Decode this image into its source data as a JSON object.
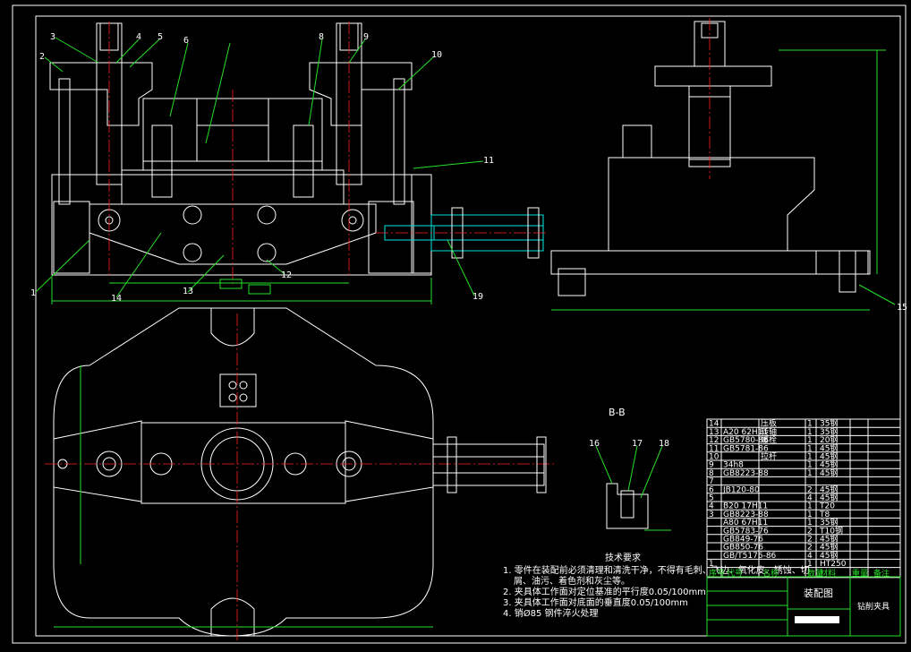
{
  "drawing": {
    "title": "装配图",
    "title_block_name": "钻削夹具",
    "section_label": "B-B",
    "colors": {
      "background": "#000000",
      "outline": "#ffffff",
      "dimension": "#27e027",
      "centerline": "#ff2020",
      "hydraulic": "#00e5e5"
    }
  },
  "balloons": {
    "b1": "1",
    "b2": "2",
    "b3": "3",
    "b4": "4",
    "b5": "5",
    "b6": "6",
    "b8": "8",
    "b9": "9",
    "b10": "10",
    "b11": "11",
    "b12": "12",
    "b13": "13",
    "b14": "14",
    "b15": "15",
    "b16": "16",
    "b17": "17",
    "b18": "18",
    "b19": "19"
  },
  "notes": {
    "heading": "技术要求",
    "line1": "1. 零件在装配前必须清理和清洗干净，不得有毛刺、飞边、氧化皮、锈蚀、切",
    "line1b": "屑、油污、着色剂和灰尘等。",
    "line2": "2. 夹具体工作面对定位基准的平行度0.05/100mm",
    "line3": "3. 夹具体工作面对底面的垂直度0.05/100mm",
    "line4": "4. 销Ø85 钢件淬火处理"
  },
  "bom": {
    "rows": [
      {
        "no": "14",
        "code": "",
        "name": "压板",
        "qty": "1",
        "material": "35钢"
      },
      {
        "no": "13",
        "code": "A20 62H11",
        "name": "转轴",
        "qty": "1",
        "material": "35钢"
      },
      {
        "no": "12",
        "code": "GB5780-86",
        "name": "螺栓",
        "qty": "1",
        "material": "20钢"
      },
      {
        "no": "11",
        "code": "GB5781-86",
        "name": "",
        "qty": "1",
        "material": "45钢"
      },
      {
        "no": "10",
        "code": "",
        "name": "拉杆",
        "qty": "1",
        "material": "45钢"
      },
      {
        "no": "9",
        "code": "34h8",
        "name": "",
        "qty": "1",
        "material": "45钢"
      },
      {
        "no": "8",
        "code": "GB8223-88",
        "name": "",
        "qty": "1",
        "material": "45钢"
      },
      {
        "no": "7",
        "code": "",
        "name": "",
        "qty": "",
        "material": ""
      },
      {
        "no": "6",
        "code": "JB120-80",
        "name": "",
        "qty": "2",
        "material": "45钢"
      },
      {
        "no": "5",
        "code": "",
        "name": "",
        "qty": "4",
        "material": "45钢"
      },
      {
        "no": "4",
        "code": "B20 17H11",
        "name": "",
        "qty": "1",
        "material": "T20"
      },
      {
        "no": "3",
        "code": "GB8223-88",
        "name": "",
        "qty": "1",
        "material": "T8"
      },
      {
        "no": "",
        "code": "A80 67H11",
        "name": "",
        "qty": "1",
        "material": "35钢"
      },
      {
        "no": "",
        "code": "GB5783-76",
        "name": "",
        "qty": "2",
        "material": "T10钢"
      },
      {
        "no": "",
        "code": "GB849-76",
        "name": "",
        "qty": "2",
        "material": "45钢"
      },
      {
        "no": "",
        "code": "GB850-76",
        "name": "",
        "qty": "2",
        "material": "45钢"
      },
      {
        "no": "",
        "code": "GB/T5176-86",
        "name": "",
        "qty": "4",
        "material": "45钢"
      },
      {
        "no": "1",
        "code": "",
        "name": "",
        "qty": "1",
        "material": "HT250"
      }
    ],
    "header": {
      "no": "序号",
      "code": "代号",
      "name": "名称",
      "qty": "数量",
      "material": "材料",
      "weight": "重量",
      "remark": "备注"
    }
  }
}
